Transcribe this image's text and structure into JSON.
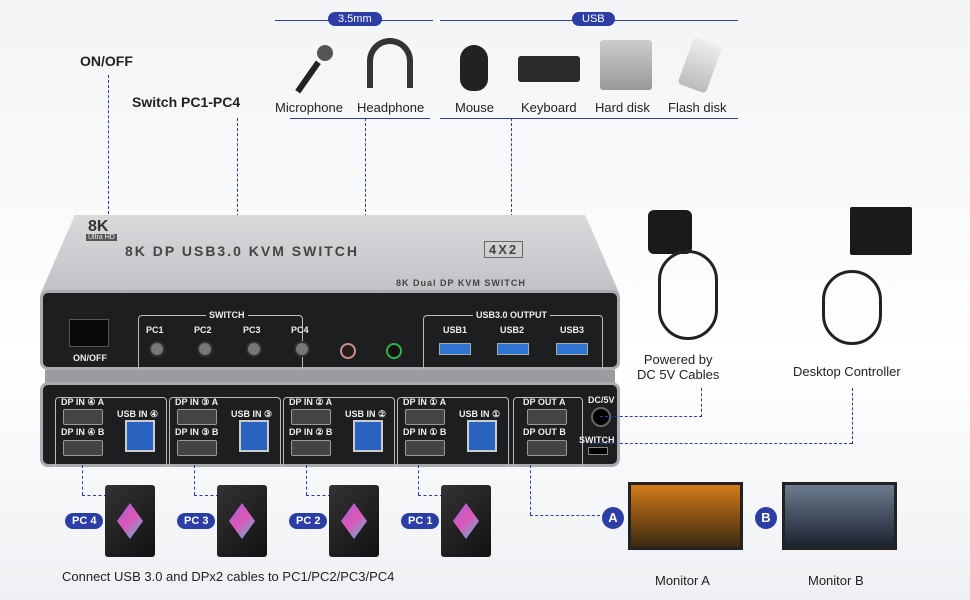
{
  "labels": {
    "on_off": "ON/OFF",
    "switch_pc": "Switch PC1-PC4",
    "audio_group": "3.5mm",
    "usb_group": "USB",
    "peripherals": [
      "Microphone",
      "Headphone",
      "Mouse",
      "Keyboard",
      "Hard disk",
      "Flash disk"
    ],
    "power": "Powered by\nDC 5V Cables",
    "controller": "Desktop Controller",
    "monitor_a": "Monitor A",
    "monitor_b": "Monitor B",
    "bottom_caption": "Connect USB 3.0 and DPx2 cables to PC1/PC2/PC3/PC4",
    "badge_a": "A",
    "badge_b": "B"
  },
  "device": {
    "badge": "8K",
    "badge_sub": "Ultra HD",
    "title": "8K DP USB3.0 KVM SWITCH",
    "model": "4X2",
    "subtitle": "8K Dual DP KVM SWITCH",
    "front": {
      "switch_label": "SWITCH",
      "pcs": [
        "PC1",
        "PC2",
        "PC3",
        "PC4"
      ],
      "on_off": "ON/OFF",
      "usb_output": "USB3.0 OUTPUT",
      "usbs": [
        "USB1",
        "USB2",
        "USB3"
      ]
    },
    "rear": {
      "groups": [
        {
          "a": "DP IN ④ A",
          "b": "DP IN ④ B",
          "usb": "USB IN ④"
        },
        {
          "a": "DP IN ③ A",
          "b": "DP IN ③ B",
          "usb": "USB IN ③"
        },
        {
          "a": "DP IN ② A",
          "b": "DP IN ② B",
          "usb": "USB IN ②"
        },
        {
          "a": "DP IN ① A",
          "b": "DP IN ① B",
          "usb": "USB IN ①"
        }
      ],
      "out_a": "DP OUT A",
      "out_b": "DP OUT B",
      "dc": "DC/5V",
      "switch": "SWITCH"
    }
  },
  "pcs": [
    "PC 4",
    "PC 3",
    "PC 2",
    "PC 1"
  ],
  "colors": {
    "accent": "#2c3ea6"
  }
}
